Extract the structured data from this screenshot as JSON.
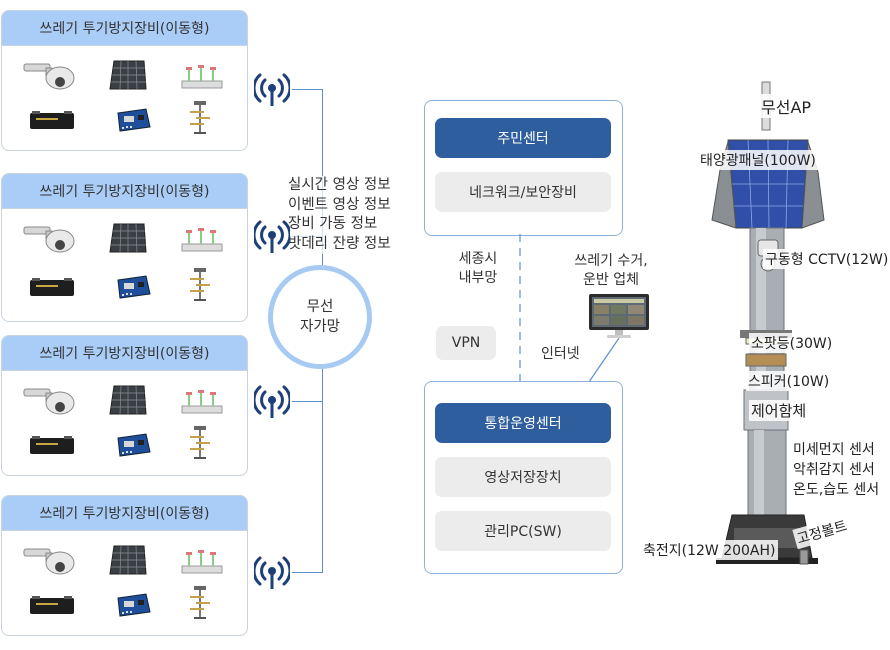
{
  "devices": {
    "card_title": "쓰레기 투기방지장비(이동형)",
    "count": 4
  },
  "network_info": {
    "lines": [
      "실시간 영상 정보",
      "이벤트 영상 정보",
      "장비 가동 정보",
      "밧데리 잔량 정보"
    ]
  },
  "wireless_network": {
    "line1": "무선",
    "line2": "자가망"
  },
  "community_center": {
    "title": "주민센터",
    "item": "네크워크/보안장비"
  },
  "links": {
    "internal_line1": "세종시",
    "internal_line2": "내부망",
    "vpn": "VPN",
    "internet": "인터넷",
    "vendor_line1": "쓰레기 수거,",
    "vendor_line2": "운반 업체"
  },
  "operation_center": {
    "title": "통합운영센터",
    "items": [
      "영상저장장치",
      "관리PC(SW)"
    ]
  },
  "pole": {
    "ap": "무선AP",
    "solar": "태양광패널(100W)",
    "cctv": "구동형 CCTV(12W)",
    "lamp": "소팟등(30W)",
    "speaker": "스피커(10W)",
    "control_box": "제어함체",
    "sensors": [
      "미세먼지 센서",
      "악취감지 센서",
      "온도,습도 센서"
    ],
    "battery": "축전지(12W 200AH)",
    "bolt": "고정볼트"
  },
  "colors": {
    "card_header": "#a9cdf7",
    "primary_button": "#2f5e9e",
    "secondary_button": "#ececec",
    "line": "#5b8fd0",
    "wifi_icon": "#1d3f7a"
  }
}
